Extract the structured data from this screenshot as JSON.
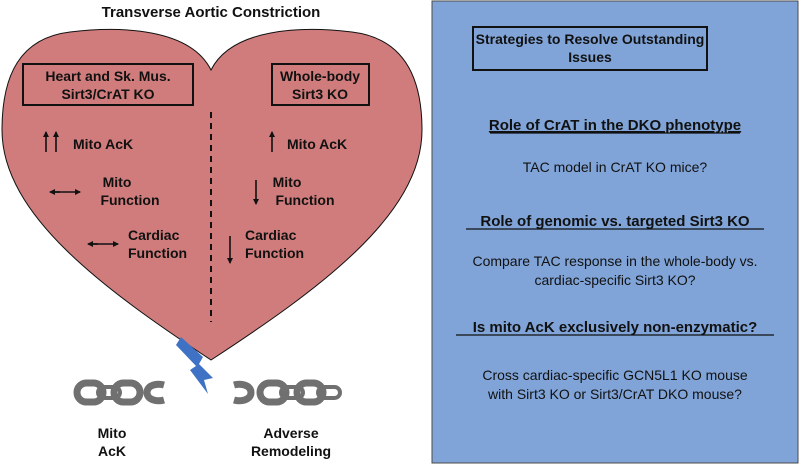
{
  "left_panel": {
    "title": "Transverse Aortic Constriction",
    "left_model": {
      "label_line1": "Heart and Sk. Mus.",
      "label_line2": "Sirt3/CrAT KO",
      "mito_ack": "Mito AcK",
      "mito_function_line1": "Mito",
      "mito_function_line2": "Function",
      "cardiac_function_line1": "Cardiac",
      "cardiac_function_line2": "Function"
    },
    "right_model": {
      "label_line1": "Whole-body",
      "label_line2": "Sirt3 KO",
      "mito_ack": "Mito AcK",
      "mito_function_line1": "Mito",
      "mito_function_line2": "Function",
      "cardiac_function_line1": "Cardiac",
      "cardiac_function_line2": "Function"
    },
    "bottom": {
      "left_line1": "Mito",
      "left_line2": "AcK",
      "right_line1": "Adverse",
      "right_line2": "Remodeling"
    }
  },
  "right_panel": {
    "title_line1": "Strategies to Resolve Outstanding",
    "title_line2": "Issues",
    "section1_heading": "Role of CrAT in the DKO phenotype",
    "section1_text": "TAC model in CrAT KO mice?",
    "section2_heading": "Role of genomic vs. targeted Sirt3 KO",
    "section2_text_line1": "Compare TAC response in the whole-body vs.",
    "section2_text_line2": "cardiac-specific Sirt3 KO?",
    "section3_heading": "Is mito AcK exclusively non-enzymatic?",
    "section3_text_line1": "Cross cardiac-specific GCN5L1 KO mouse",
    "section3_text_line2": "with Sirt3 KO or Sirt3/CrAT DKO mouse?"
  },
  "colors": {
    "heart": "#d07c7c",
    "panel": "#80a4d8",
    "chain": "#707070",
    "lightning": "#3f72c4"
  }
}
